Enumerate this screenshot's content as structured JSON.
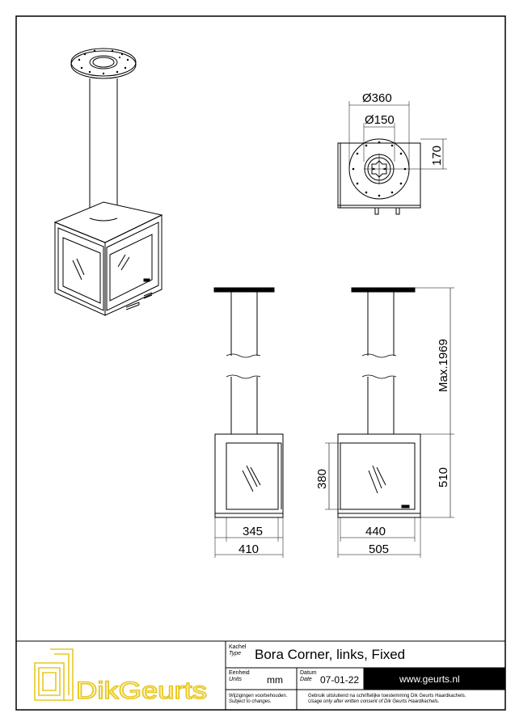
{
  "dimensions": {
    "outer_diameter": "Ø360",
    "inner_diameter": "Ø150",
    "top_offset": "170",
    "max_height": "Max.1969",
    "body_height": "510",
    "glass_height": "380",
    "side_inner_width": "345",
    "side_outer_width": "410",
    "front_inner_width": "440",
    "front_outer_width": "505"
  },
  "title_block": {
    "type_label": "Kachel",
    "type_label_en": "Type",
    "product_name": "Bora Corner, links, Fixed",
    "units_label": "Eenheid",
    "units_label_en": "Units",
    "units_value": "mm",
    "date_label": "Datum",
    "date_label_en": "Date",
    "date_value": "07-01-22",
    "website": "www.geurts.nl",
    "changes_nl": "Wijzigingen voorbehouden.",
    "changes_en": "Subject to changes.",
    "usage_nl": "Gebruik uitsluitend na schriftelijke toestemming Dik Geurts Haardkachels.",
    "usage_en": "Usage only after written consent of Dik Geurts Haardkachels."
  },
  "logo": {
    "text": "DikGeurts",
    "color": "#e8c820"
  }
}
